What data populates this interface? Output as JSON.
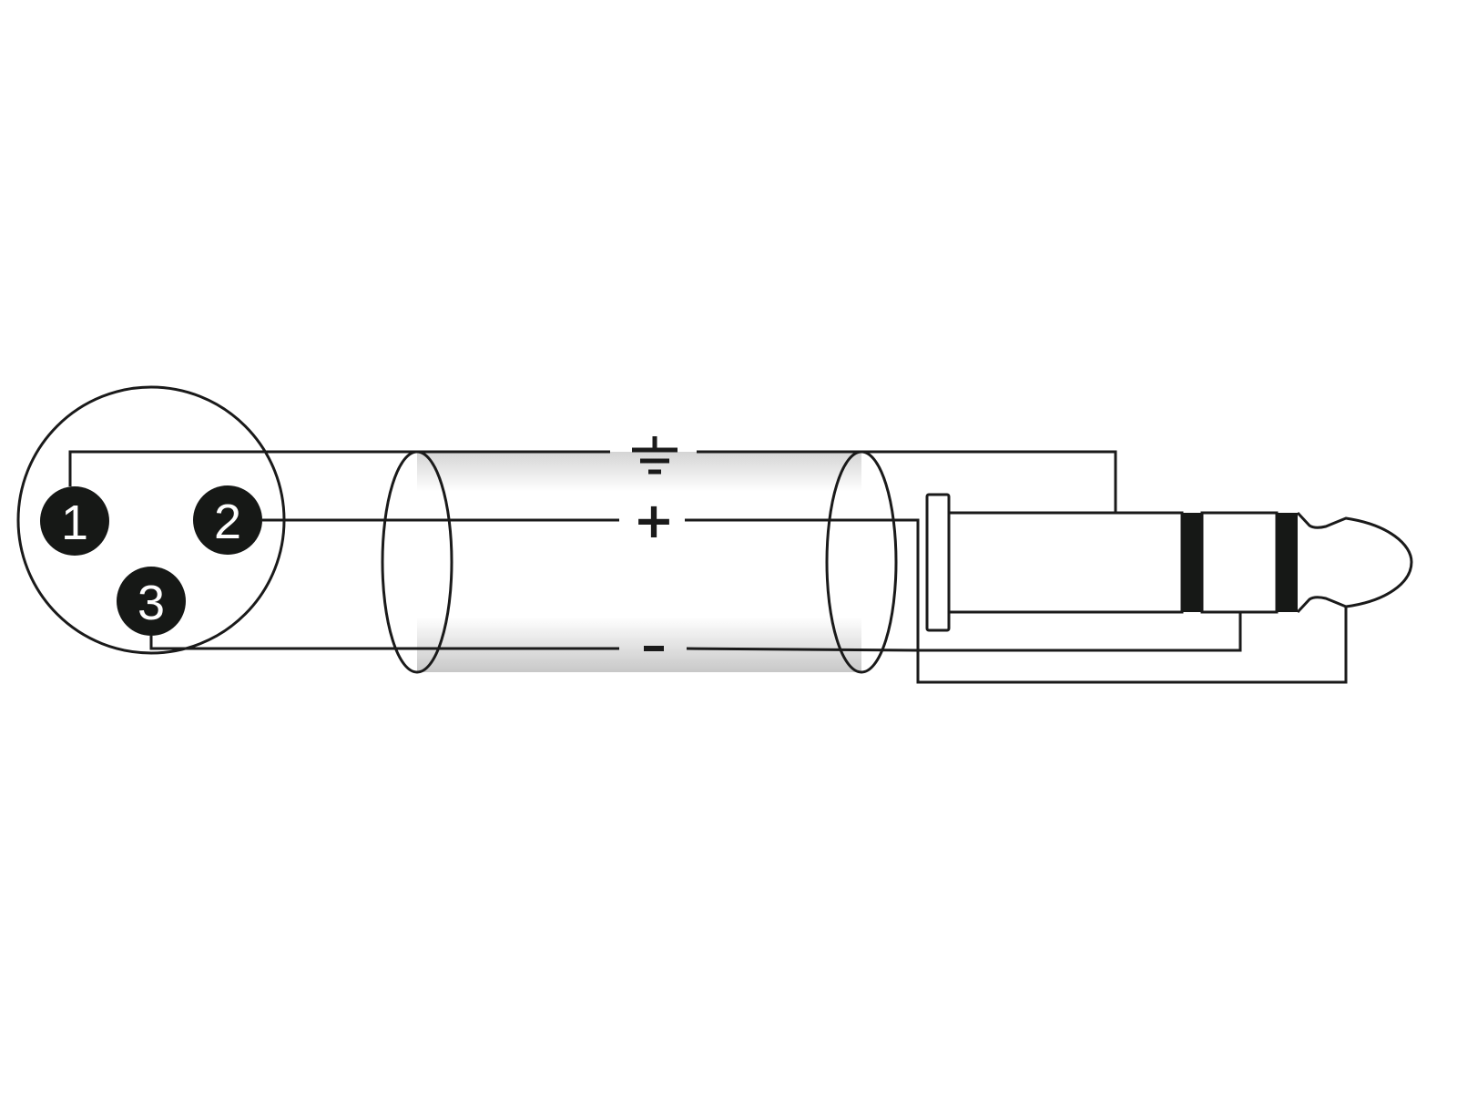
{
  "diagram": {
    "type": "wiring",
    "xlr_connector": {
      "pins": [
        {
          "label": "1",
          "signal": "ground"
        },
        {
          "label": "2",
          "signal": "plus"
        },
        {
          "label": "3",
          "signal": "minus"
        }
      ]
    },
    "cable": {
      "signals": {
        "ground_icon": "ground-icon",
        "plus": "+",
        "minus": "-"
      }
    },
    "trs_plug": {
      "parts": [
        "sleeve",
        "ring",
        "tip"
      ]
    },
    "colors": {
      "line": "#1a1a1a",
      "pin_fill": "#161816",
      "cable_shade": "#cfcfcf"
    }
  }
}
